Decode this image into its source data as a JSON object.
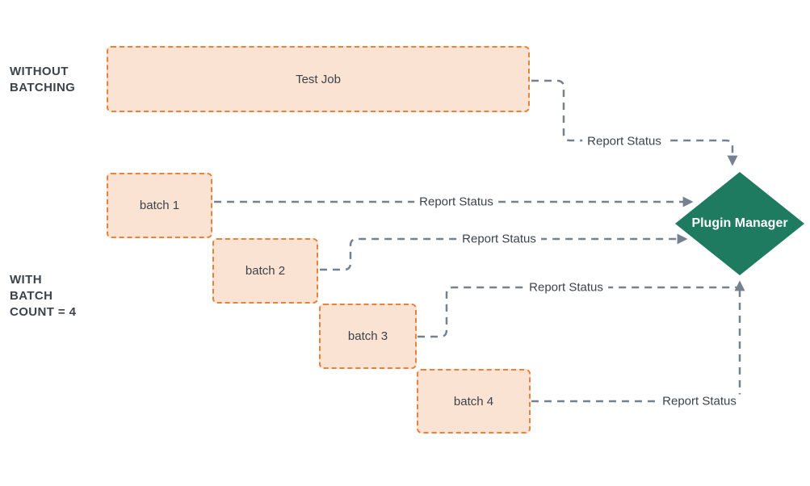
{
  "sections": {
    "without_batching": {
      "lines": [
        "WITHOUT",
        "BATCHING"
      ]
    },
    "with_batching": {
      "lines": [
        "WITH",
        "BATCH",
        "COUNT = 4"
      ]
    }
  },
  "nodes": {
    "test_job": {
      "label": "Test Job"
    },
    "batch_1": {
      "label": "batch 1"
    },
    "batch_2": {
      "label": "batch 2"
    },
    "batch_3": {
      "label": "batch 3"
    },
    "batch_4": {
      "label": "batch 4"
    },
    "plugin_manager": {
      "label": "Plugin Manager"
    }
  },
  "edges": [
    {
      "from": "test_job",
      "to": "plugin_manager",
      "label": "Report Status"
    },
    {
      "from": "batch_1",
      "to": "plugin_manager",
      "label": "Report Status"
    },
    {
      "from": "batch_2",
      "to": "plugin_manager",
      "label": "Report Status"
    },
    {
      "from": "batch_3",
      "to": "plugin_manager",
      "label": "Report Status"
    },
    {
      "from": "batch_4",
      "to": "plugin_manager",
      "label": "Report Status"
    }
  ],
  "colors": {
    "background": "#ffffff",
    "batch_box_fill": "#fae3d2",
    "batch_box_border": "#e8823c",
    "connector": "#76818f",
    "diamond_fill": "#1e7b5f",
    "diamond_text": "#ffffff",
    "text": "#3c434b"
  }
}
